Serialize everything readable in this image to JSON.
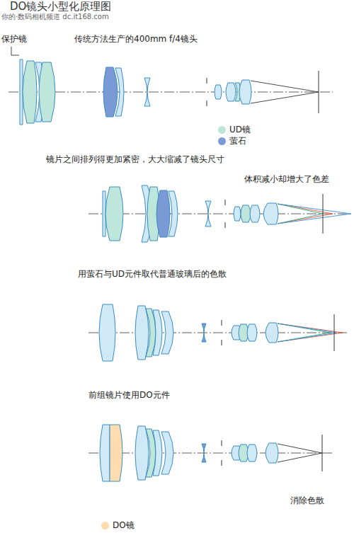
{
  "diagram": {
    "title": "DO镜头小型化原理图",
    "labels": [
      "你的·数码相机频道 dc.it168.com",
      "保护镜",
      "传统方法生产的400mm f/4镜头",
      "镜片之间排列得更加紧密，大大缩减了镜头尺寸",
      "体积减小却增大了色差",
      "用萤石与UD元件取代普通玻璃后的色散",
      "前组镜片使用DO元件",
      "消除色散"
    ],
    "legend": [
      {
        "text": "UD镜",
        "color": "#bfe6da"
      },
      {
        "text": "萤石",
        "color": "#7a9ad6"
      },
      {
        "text": "DO镜",
        "color": "#fddcaf"
      }
    ]
  }
}
